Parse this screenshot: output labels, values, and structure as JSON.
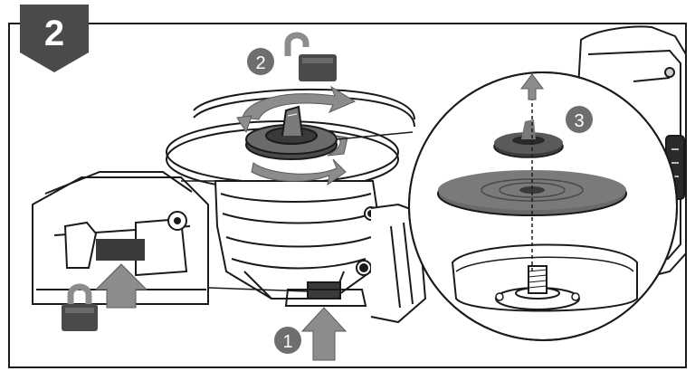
{
  "figure": {
    "step_badge": "2",
    "callouts": [
      {
        "id": "1",
        "label": "1"
      },
      {
        "id": "2",
        "label": "2"
      },
      {
        "id": "3",
        "label": "3"
      }
    ]
  },
  "icons": [
    "step-badge-icon",
    "padlock-locked-icon",
    "padlock-unlocked-icon",
    "rotate-arrow-icon",
    "push-up-arrow-icon",
    "lift-off-arrow-icon"
  ],
  "colors": {
    "badge": "#4a4a4a",
    "line": "#1a1a1a",
    "arrow_gray": "#8c8c8c",
    "disc_dark": "#5a5a5a",
    "callout_circle": "#6e6e6e"
  }
}
